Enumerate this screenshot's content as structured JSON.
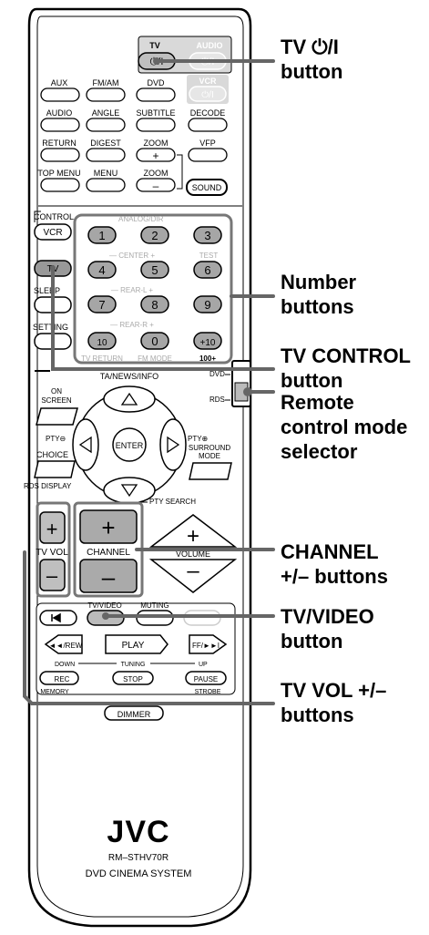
{
  "remote": {
    "tv_group_label": "TV",
    "audio_group_label": "AUDIO",
    "vcr_group_label": "VCR",
    "power_symbol": "⏻/I",
    "row1": [
      "AUX",
      "FM/AM",
      "DVD"
    ],
    "row2": [
      "AUDIO",
      "ANGLE",
      "SUBTITLE",
      "DECODE"
    ],
    "row3": [
      "RETURN",
      "DIGEST",
      "ZOOM",
      "VFP"
    ],
    "row4": [
      "TOP MENU",
      "MENU",
      "ZOOM"
    ],
    "zoom_plus": "+",
    "zoom_minus": "–",
    "sound": "SOUND",
    "control_label": "CONTROL",
    "vcr_button": "VCR",
    "tv_button": "TV",
    "sleep": "SLEEP",
    "setting": "SETTING",
    "numbers": [
      "1",
      "2",
      "3",
      "4",
      "5",
      "6",
      "7",
      "8",
      "9",
      "10",
      "0",
      "+10"
    ],
    "number_sublabels": [
      "— CENTER +",
      "TEST",
      "— REAR-L +",
      "— REAR-R +",
      "TV RETURN",
      "FM MODE",
      "100+"
    ],
    "tanews": "TA/NEWS/INFO",
    "on_screen": [
      "ON",
      "SCREEN"
    ],
    "pty_minus": "PTY⊖",
    "choice": "CHOICE",
    "rds_display": "RDS DISPLAY",
    "enter": "ENTER",
    "pty_plus": "PTY⊕",
    "surround_mode": [
      "SURROUND",
      "MODE"
    ],
    "dvd_switch": "DVD",
    "rds_switch": "RDS",
    "pty_search": "PTY SEARCH",
    "tv_vol": "TV VOL",
    "channel": "CHANNEL",
    "volume": "VOLUME",
    "plus": "+",
    "minus": "–",
    "tv_video": "TV/VIDEO",
    "muting": "MUTING",
    "rew": "◄◄/REW",
    "play": "PLAY",
    "ff": "FF/►►I",
    "down": "DOWN",
    "tuning": "TUNING",
    "up": "UP",
    "rec": "REC",
    "stop": "STOP",
    "pause": "PAUSE",
    "memory": "MEMORY",
    "strobe": "STROBE",
    "dimmer": "DIMMER",
    "brand": "JVC",
    "model": "RM–STHV70R",
    "system": "DVD CINEMA SYSTEM"
  },
  "callouts": {
    "tv_power": [
      "TV ⏻/I",
      "button"
    ],
    "number": [
      "Number",
      "buttons"
    ],
    "tv_control": [
      "TV CONTROL",
      "button"
    ],
    "mode_selector": [
      "Remote",
      "control mode",
      "selector"
    ],
    "channel": [
      "CHANNEL",
      "+/– buttons"
    ],
    "tv_video": [
      "TV/VIDEO",
      "button"
    ],
    "tv_vol": [
      "TV VOL +/–",
      "buttons"
    ]
  }
}
